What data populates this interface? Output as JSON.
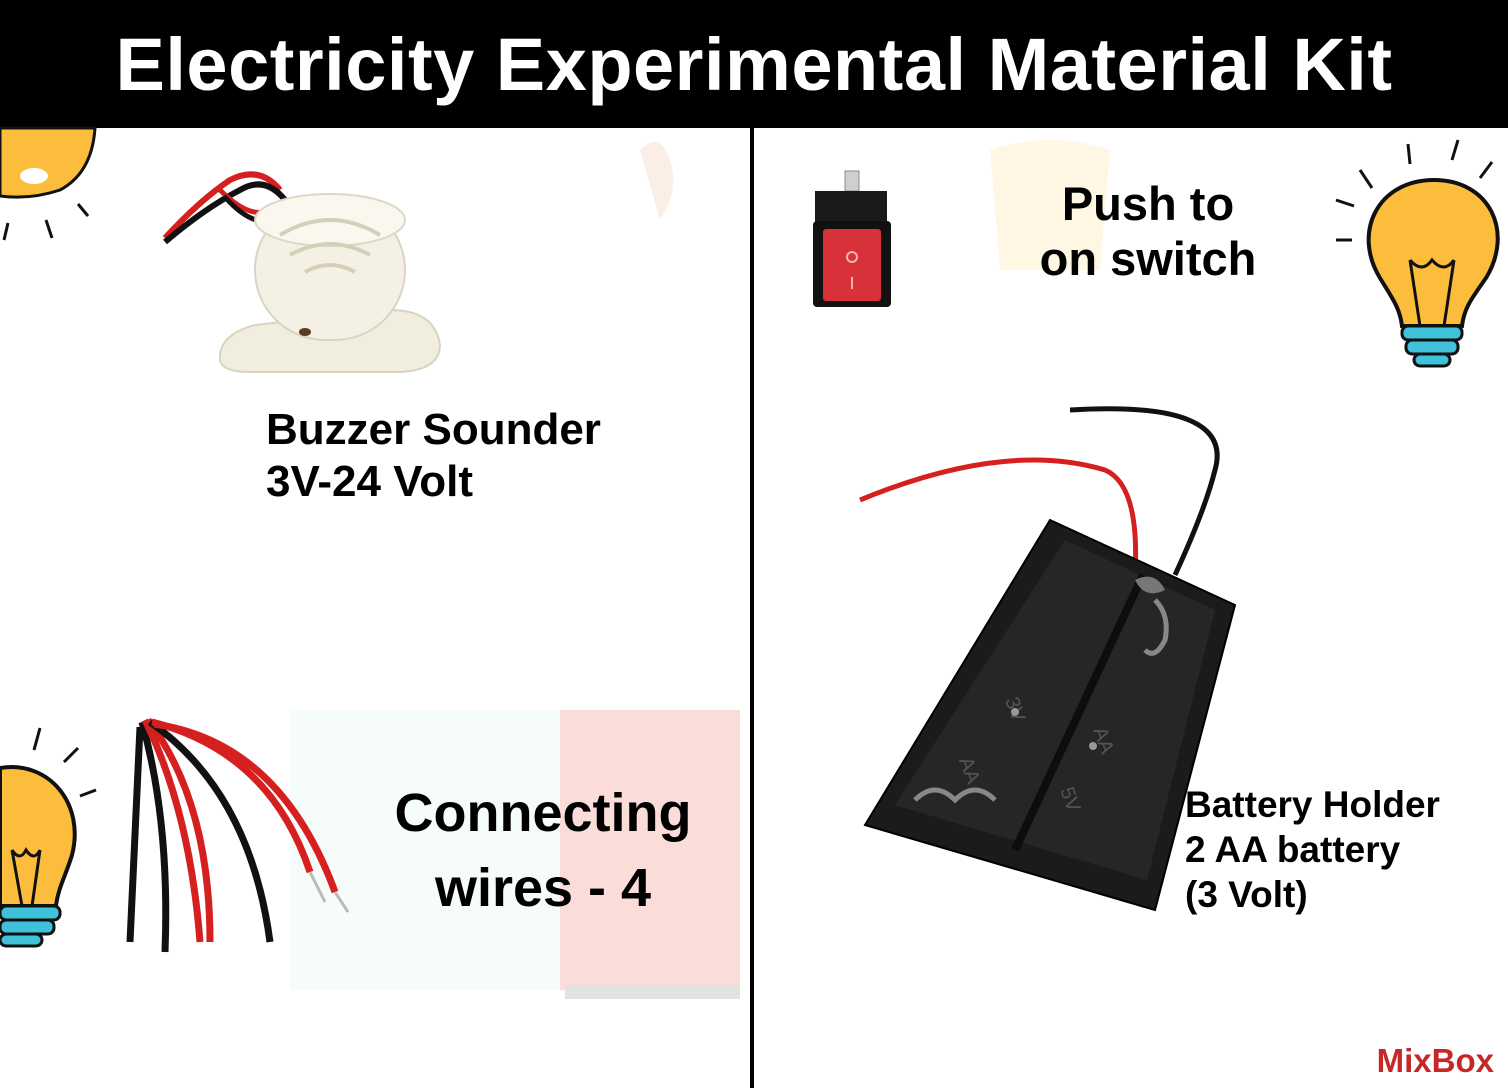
{
  "header": {
    "title": "Electricity Experimental Material Kit"
  },
  "items": {
    "buzzer": {
      "line1": "Buzzer Sounder",
      "line2": "3V-24 Volt"
    },
    "switch": {
      "line1": "Push to",
      "line2": "on switch"
    },
    "wires": {
      "line1": "Connecting",
      "line2": "wires - 4"
    },
    "battery": {
      "line1": "Battery Holder",
      "line2": "2 AA battery",
      "line3": "(3 Volt)"
    }
  },
  "brand": {
    "name": "MixBox",
    "color": "#c62828"
  },
  "colors": {
    "header_bg": "#000000",
    "bulb_yellow": "#fbbd3b",
    "bulb_base": "#3fc1d9",
    "wire_red": "#d62020"
  },
  "icons": [
    "light-bulb-icon",
    "light-bulb-icon",
    "light-bulb-icon",
    "light-bulb-icon"
  ]
}
